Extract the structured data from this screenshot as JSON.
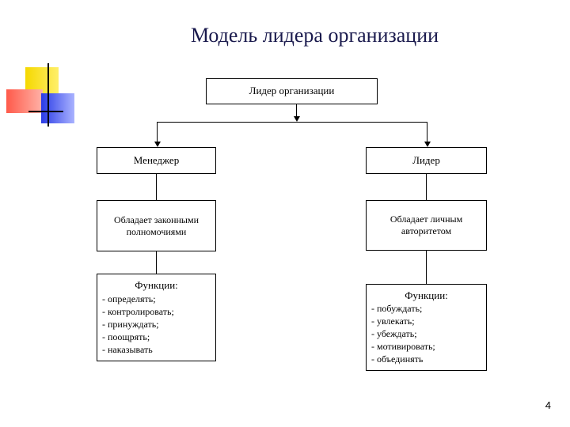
{
  "title": "Модель лидера организации",
  "top_box": "Лидер организации",
  "left": {
    "role": "Менеджер",
    "authority": "Обладает законными полномочиями",
    "functions_title": "Функции:",
    "functions": [
      "- определять;",
      "- контролировать;",
      "- принуждать;",
      "- поощрять;",
      "- наказывать"
    ]
  },
  "right": {
    "role": "Лидер",
    "authority": "Обладает личным авторитетом",
    "functions_title": "Функции:",
    "functions": [
      "- побуждать;",
      "- увлекать;",
      "- убеждать;",
      "- мотивировать;",
      "- объединять"
    ]
  },
  "page_number": "4",
  "colors": {
    "title": "#1a1a4d",
    "deco_yellow": "#f5d800",
    "deco_red": "#ff5a4a",
    "deco_blue": "#2a3be6"
  }
}
